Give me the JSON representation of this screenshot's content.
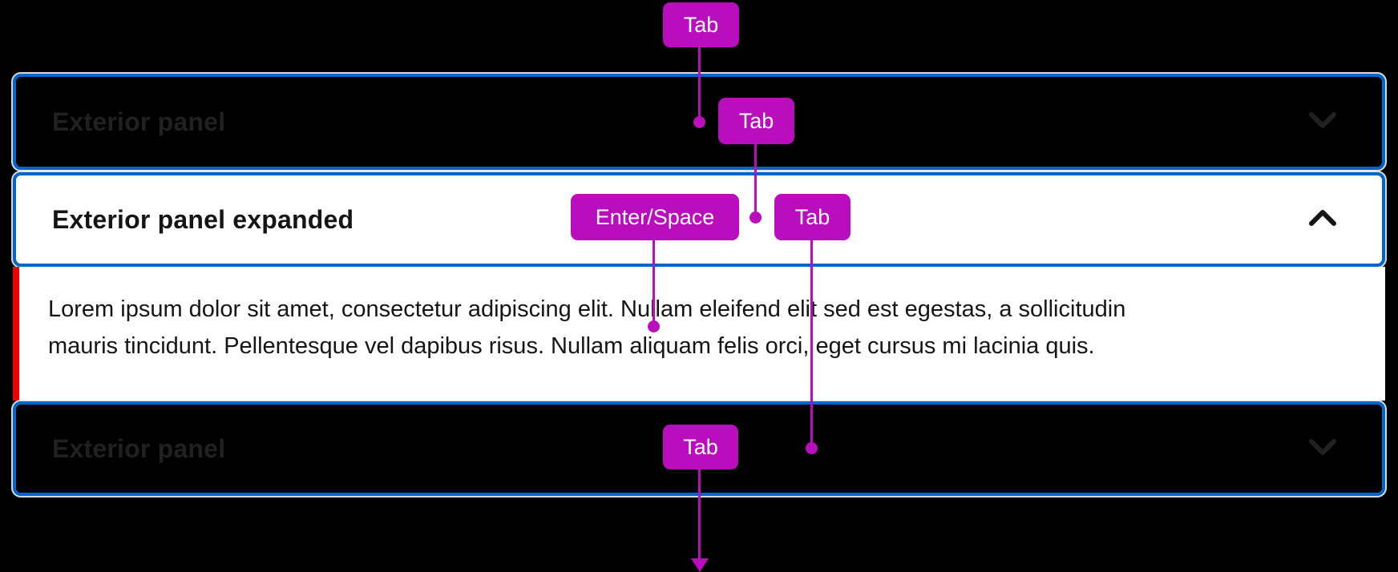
{
  "page": {
    "background_color": "#000000",
    "description": "Accordion component keyboard-interaction annotation diagram"
  },
  "colors": {
    "focus_border_blue": "#0066CC",
    "annotation_magenta": "#BA0DBE",
    "content_left_rail_red": "#EE0000",
    "collapsed_panel_bg": "#000000",
    "collapsed_panel_text": "#212121",
    "expanded_panel_bg": "#FFFFFF",
    "expanded_panel_text": "#151515",
    "hairline": "#D9D9D9"
  },
  "accordion": {
    "panels": [
      {
        "id": "panel-1",
        "label": "Exterior panel",
        "state": "collapsed",
        "chevron_icon": "chevron-down"
      },
      {
        "id": "panel-2",
        "label": "Exterior panel expanded",
        "state": "expanded",
        "chevron_icon": "chevron-up",
        "content_lines": [
          "Lorem ipsum dolor sit amet, consectetur adipiscing elit. Nullam eleifend elit sed est egestas, a sollicitudin",
          "mauris tincidunt. Pellentesque vel dapibus risus. Nullam aliquam felis orci, eget cursus mi lacinia quis."
        ]
      },
      {
        "id": "panel-3",
        "label": "Exterior panel",
        "state": "collapsed",
        "chevron_icon": "chevron-down"
      }
    ]
  },
  "annotations": {
    "badges": [
      {
        "id": "tab-1",
        "label": "Tab",
        "points_to": "panel-1 header focus"
      },
      {
        "id": "tab-2",
        "label": "Tab",
        "points_to": "panel-2 header focus"
      },
      {
        "id": "enter-space",
        "label": "Enter/Space",
        "points_to": "panel-2 expanded content"
      },
      {
        "id": "tab-3",
        "label": "Tab",
        "points_to": "panel-3 header focus"
      },
      {
        "id": "tab-4",
        "label": "Tab",
        "points_to": "focus exits accordion (arrow down)"
      }
    ]
  }
}
